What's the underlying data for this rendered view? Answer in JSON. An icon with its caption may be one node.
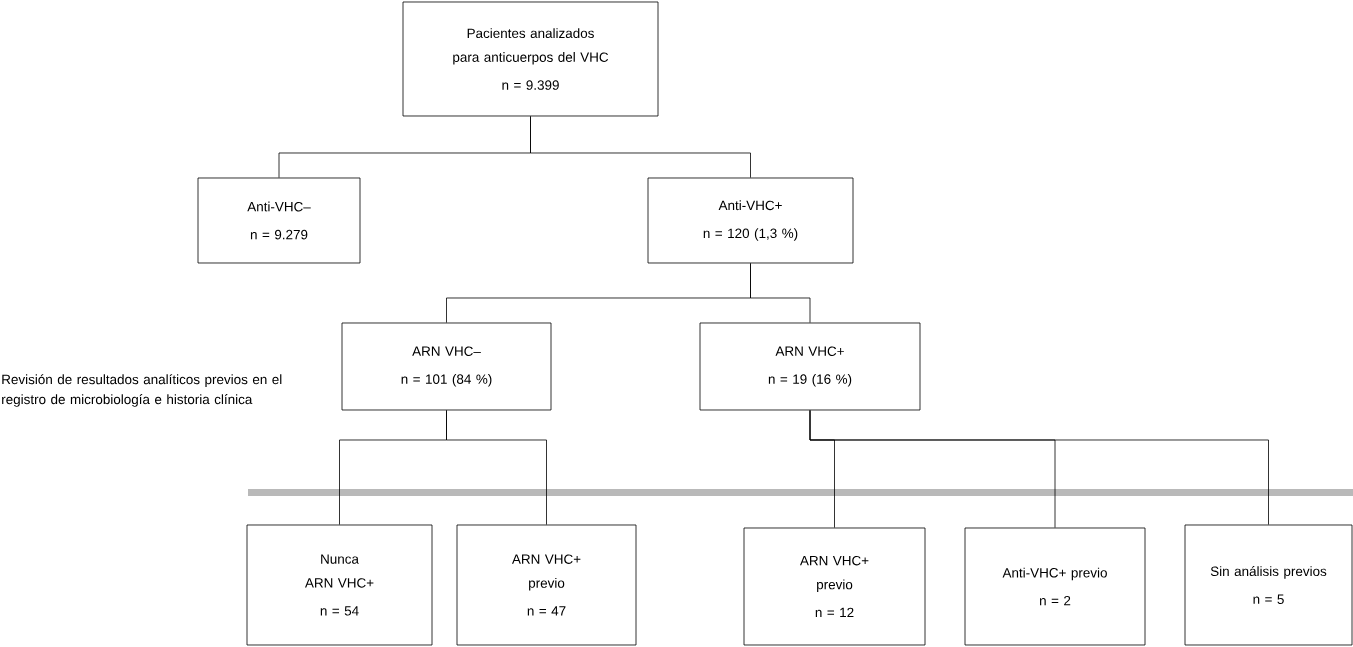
{
  "diagram": {
    "nodes": [
      {
        "text": [
          "Pacientes analizados para anticuerpos del VHC",
          "n = 9.399"
        ]
      },
      {
        "text": [
          "Anti-VHC–",
          "n = 9.279"
        ]
      },
      {
        "text": [
          "Anti-VHC+",
          "n = 120 (1,3 %)"
        ]
      },
      {
        "text": [
          "ARN VHC–",
          "n = 101 (84 %)"
        ]
      },
      {
        "text": [
          "ARN VHC+",
          "n = 19 (16 %)"
        ]
      },
      {
        "text": [
          "Nunca ARN VHC+",
          "n = 54"
        ]
      },
      {
        "text": [
          "ARN VHC+ previo",
          "n = 47"
        ]
      },
      {
        "text": [
          "ARN VHC+ previo",
          "n = 12"
        ]
      },
      {
        "text": [
          "Anti-VHC+ previo",
          "n = 2"
        ]
      },
      {
        "text": [
          "Sin análisis previos",
          "n = 5"
        ]
      }
    ],
    "edges": [
      {
        "from": 0,
        "to": 1,
        "arrow": "none"
      },
      {
        "from": 0,
        "to": 2,
        "arrow": "none"
      },
      {
        "from": 2,
        "to": 3,
        "arrow": "none"
      },
      {
        "from": 2,
        "to": 4,
        "arrow": "none"
      },
      {
        "from": 3,
        "to": 5,
        "arrow": "none"
      },
      {
        "from": 3,
        "to": 6,
        "arrow": "none"
      },
      {
        "from": 4,
        "to": 7,
        "arrow": "none"
      },
      {
        "from": 4,
        "to": 8,
        "arrow": "none"
      },
      {
        "from": 4,
        "to": 9,
        "arrow": "none"
      }
    ],
    "labels": [
      "Revisión de resultados analíticos previos en el registro de microbiología e historia clínica"
    ]
  }
}
